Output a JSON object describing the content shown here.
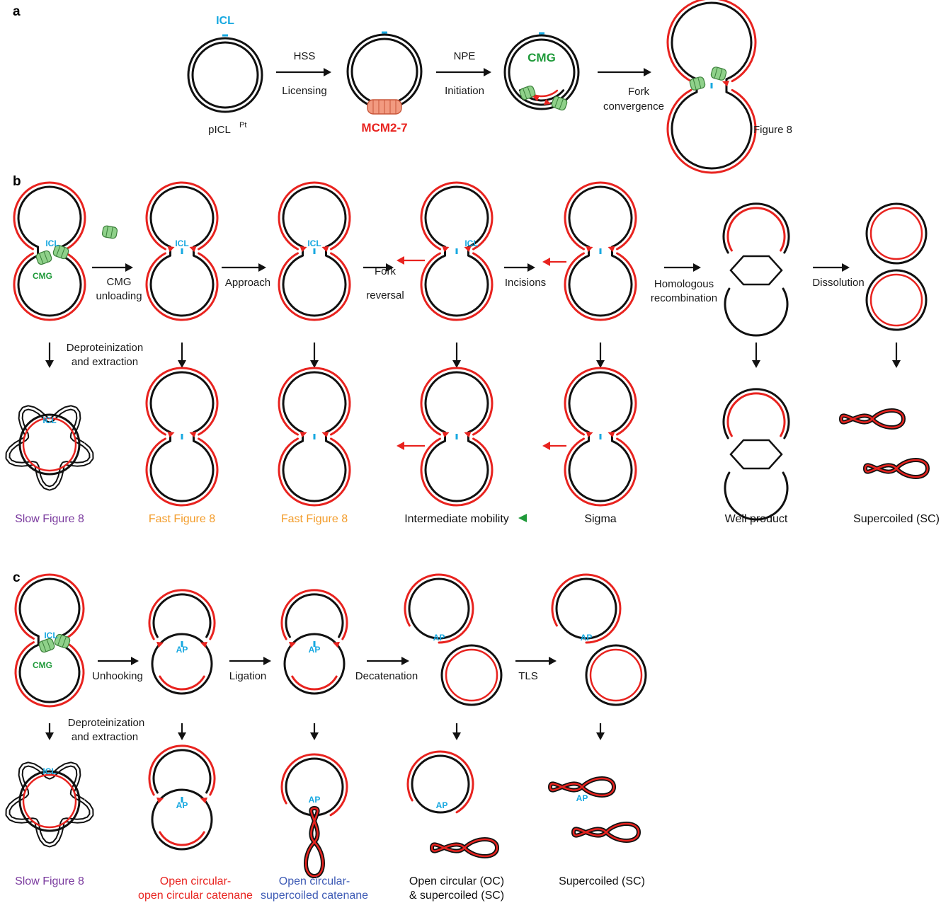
{
  "colors": {
    "red": "#e8231f",
    "black": "#111111",
    "cyan": "#17a8e0",
    "green_text": "#1f9a3a",
    "cmg_fill": "#8fd18a",
    "cmg_stroke": "#3b7f3a",
    "mcm_fill": "#f29a80",
    "mcm_stroke": "#c8563a",
    "purple": "#7a3a9e",
    "orange": "#f39c2a",
    "label_red": "#e8231f",
    "label_blue": "#3e5bb5",
    "arrow_green": "#1f9a3a"
  },
  "panel_a": {
    "letter": "a",
    "icl": "ICL",
    "plasmid": "pICL",
    "plasmid_sup": "Pt",
    "mcm": "MCM2-7",
    "cmg": "CMG",
    "figure8": "Figure 8",
    "steps": [
      {
        "top": "HSS",
        "bottom": "Licensing"
      },
      {
        "top": "NPE",
        "bottom": "Initiation"
      },
      {
        "top": "Fork",
        "bottom": "convergence"
      }
    ]
  },
  "panel_b": {
    "letter": "b",
    "icl": "ICL",
    "cmg": "CMG",
    "steps": [
      [
        "CMG",
        "unloading"
      ],
      [
        "Approach"
      ],
      [
        "Fork",
        "reversal"
      ],
      [
        "Incisions"
      ],
      [
        "Homologous",
        "recombination"
      ],
      [
        "Dissolution"
      ]
    ],
    "deprot": [
      "Deproteinization",
      "and extraction"
    ],
    "products": [
      {
        "text": "Slow Figure 8",
        "color": "#7a3a9e"
      },
      {
        "text": "Fast Figure 8",
        "color": "#f39c2a"
      },
      {
        "text": "Fast Figure 8",
        "color": "#f39c2a"
      },
      {
        "text": "Intermediate mobility",
        "color": "#111111"
      },
      {
        "text": "Sigma",
        "color": "#111111"
      },
      {
        "text": "Well product",
        "color": "#111111"
      },
      {
        "text": "Supercoiled (SC)",
        "color": "#111111"
      }
    ]
  },
  "panel_c": {
    "letter": "c",
    "icl": "ICL",
    "cmg": "CMG",
    "ap": "AP",
    "steps": [
      "Unhooking",
      "Ligation",
      "Decatenation",
      "TLS"
    ],
    "deprot": [
      "Deproteinization",
      "and extraction"
    ],
    "products": [
      {
        "lines": [
          "Slow Figure 8"
        ],
        "color": "#7a3a9e"
      },
      {
        "lines": [
          "Open circular-",
          "open circular catenane"
        ],
        "color": "#e8231f"
      },
      {
        "lines": [
          "Open circular-",
          "supercoiled catenane"
        ],
        "color": "#3e5bb5"
      },
      {
        "lines": [
          "Open circular (OC)",
          "& supercoiled (SC)"
        ],
        "color": "#111111"
      },
      {
        "lines": [
          "Supercoiled (SC)"
        ],
        "color": "#111111"
      }
    ]
  }
}
